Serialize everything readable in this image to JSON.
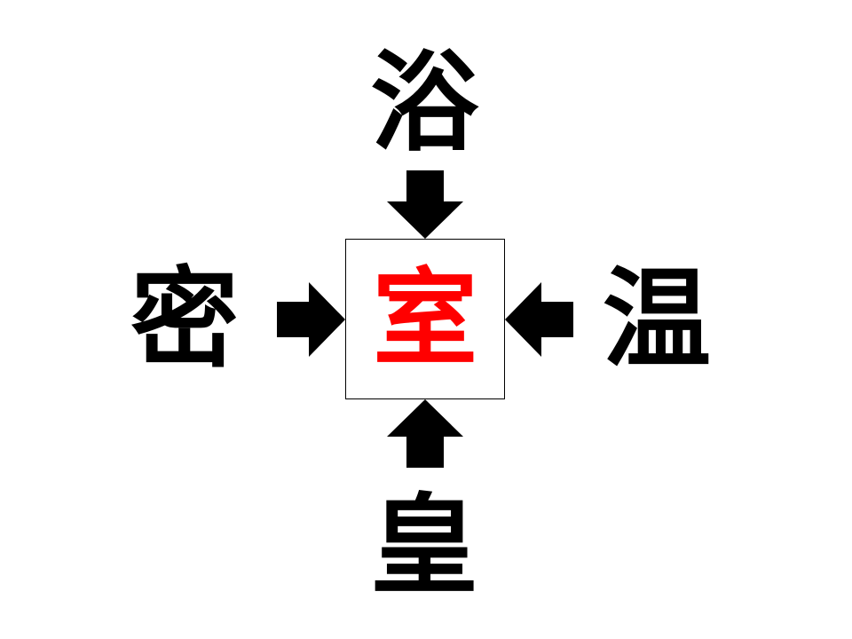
{
  "puzzle": {
    "top_char": "浴",
    "left_char": "密",
    "right_char": "温",
    "bottom_char": "皇",
    "answer_char": "室",
    "answer_color": "#ff0000"
  }
}
